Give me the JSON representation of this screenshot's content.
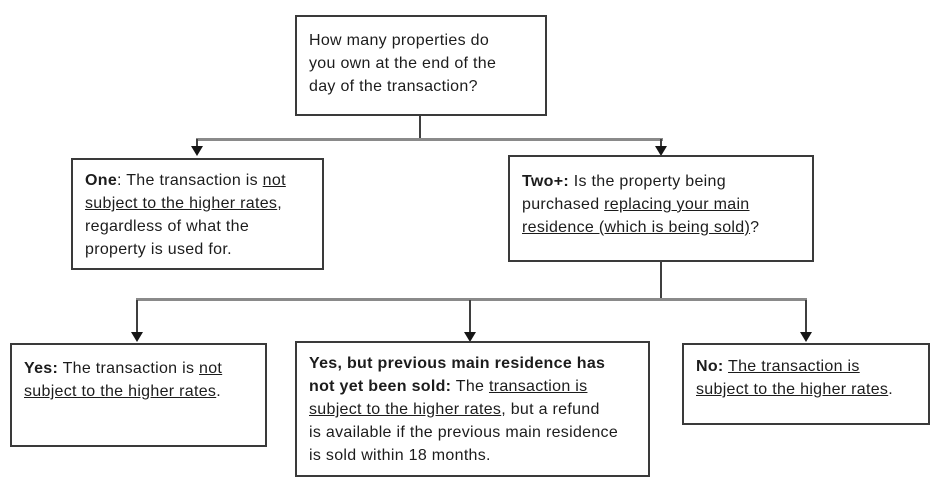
{
  "diagram": {
    "type": "flowchart",
    "colors": {
      "background": "#ffffff",
      "box_border": "#3a3a3a",
      "text": "#1c1c1c",
      "horizontal_connector": "#8a8a8a",
      "vertical_connector": "#3f3f3f",
      "arrowhead": "#161616"
    },
    "nodes": {
      "root": {
        "id": "root",
        "segments": [
          {
            "text": "How many properties do\nyou own at the end of the\nday of the transaction?"
          }
        ]
      },
      "one": {
        "id": "one",
        "segments": [
          {
            "text": "One",
            "bold": true
          },
          {
            "text": ": The transaction is "
          },
          {
            "text": "not\nsubject to the higher rates",
            "underline": true
          },
          {
            "text": ",\nregardless of what the\nproperty is used for."
          }
        ]
      },
      "two_plus": {
        "id": "two_plus",
        "segments": [
          {
            "text": "Two+:",
            "bold": true
          },
          {
            "text": " Is the property being\npurchased "
          },
          {
            "text": "replacing your main\nresidence (which is being sold)",
            "underline": true
          },
          {
            "text": "?"
          }
        ]
      },
      "yes": {
        "id": "yes",
        "segments": [
          {
            "text": "Yes:",
            "bold": true
          },
          {
            "text": " The transaction is "
          },
          {
            "text": "not\nsubject to the higher rates",
            "underline": true
          },
          {
            "text": "."
          }
        ]
      },
      "yes_but": {
        "id": "yes_but",
        "segments": [
          {
            "text": "Yes, but previous main residence has\nnot yet been sold:",
            "bold": true
          },
          {
            "text": " The "
          },
          {
            "text": "transaction is\nsubject to the higher rates",
            "underline": true
          },
          {
            "text": ", but a refund\nis available if the previous main residence\nis sold within 18 months."
          }
        ]
      },
      "no": {
        "id": "no",
        "segments": [
          {
            "text": "No:",
            "bold": true
          },
          {
            "text": " "
          },
          {
            "text": "The transaction is\nsubject to the higher rates",
            "underline": true
          },
          {
            "text": "."
          }
        ]
      }
    },
    "edges": [
      {
        "from": "root",
        "to": "one"
      },
      {
        "from": "root",
        "to": "two_plus"
      },
      {
        "from": "two_plus",
        "to": "yes"
      },
      {
        "from": "two_plus",
        "to": "yes_but"
      },
      {
        "from": "two_plus",
        "to": "no"
      }
    ]
  }
}
